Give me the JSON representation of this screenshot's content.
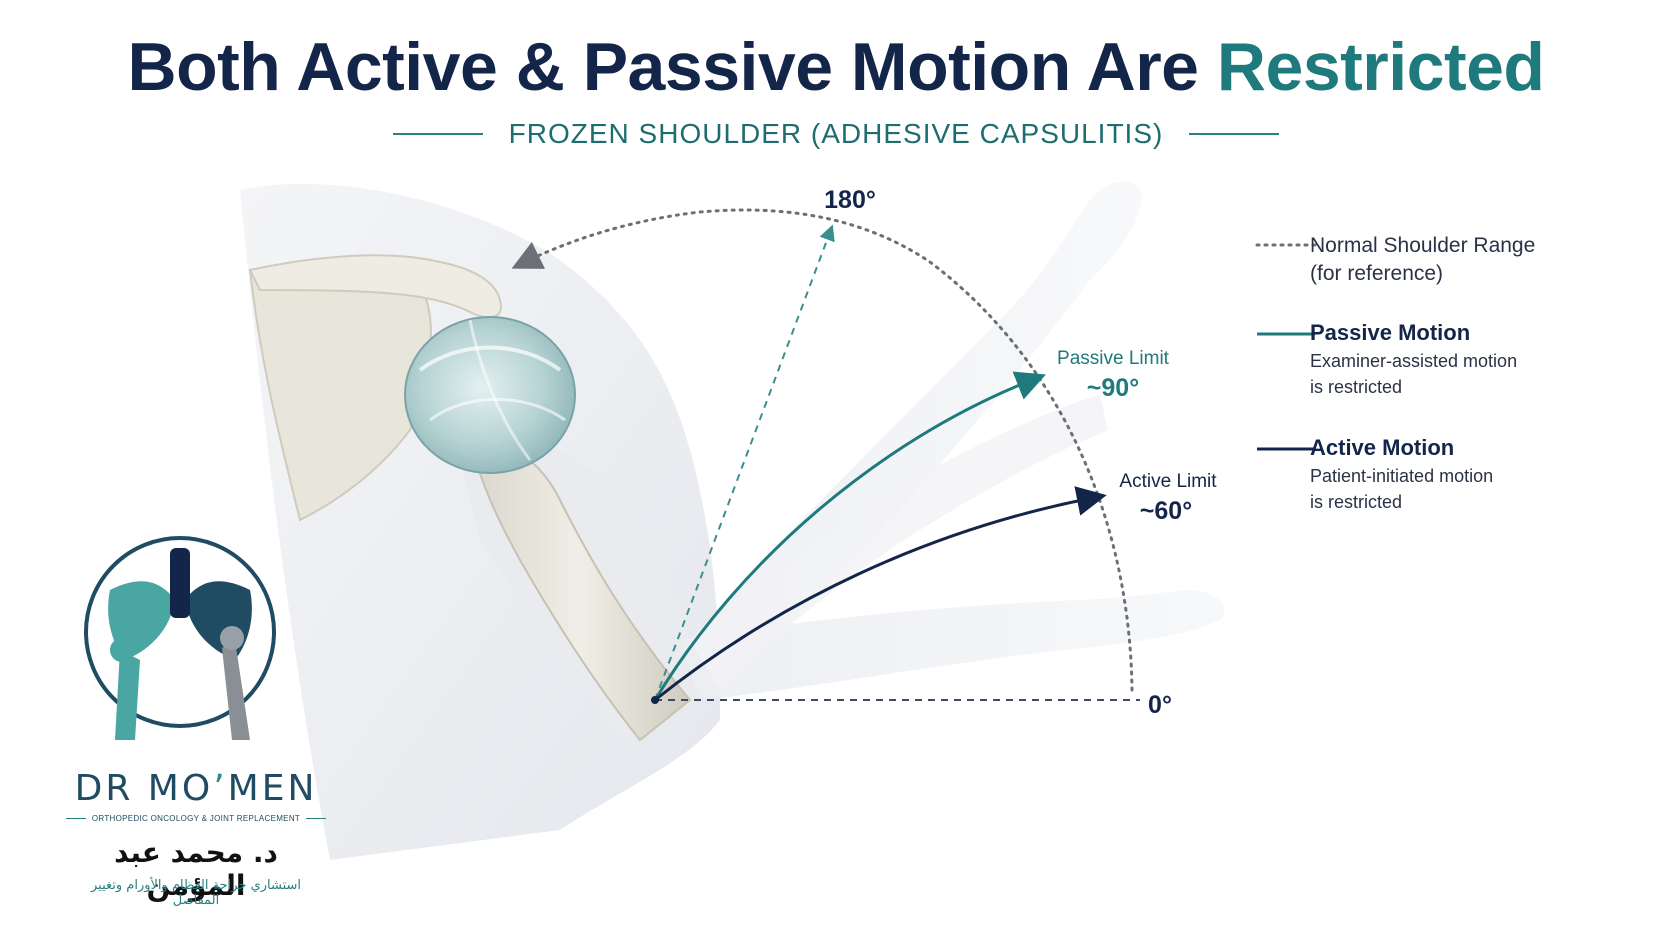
{
  "header": {
    "title_main": "Both Active & Passive Motion Are",
    "title_accent": "Restricted",
    "subtitle": "FROZEN SHOULDER (ADHESIVE CAPSULITIS)"
  },
  "diagram": {
    "angle_top": "180°",
    "angle_zero": "0°",
    "passive_limit_label": "Passive Limit",
    "passive_limit_value": "~90°",
    "active_limit_label": "Active Limit",
    "active_limit_value": "~60°"
  },
  "legend": {
    "normal_title": "Normal Shoulder Range",
    "normal_desc": "(for reference)",
    "passive_title": "Passive Motion",
    "passive_desc_1": "Examiner-assisted motion",
    "passive_desc_2": "is restricted",
    "active_title": "Active Motion",
    "active_desc_1": "Patient-initiated motion",
    "active_desc_2": "is restricted"
  },
  "logo": {
    "brand_a": "DR MO",
    "brand_b": "’",
    "brand_c": "MEN",
    "tagline": "ORTHOPEDIC ONCOLOGY & JOINT REPLACEMENT",
    "arabic_name": "د. محمد عبد المؤمن",
    "arabic_subtitle": "استشاري جراحة العظام والأورام وتغيير المفاصل"
  },
  "colors": {
    "navy": "#14254a",
    "teal": "#1e7a7c",
    "dotted_gray": "#6b6f78"
  }
}
